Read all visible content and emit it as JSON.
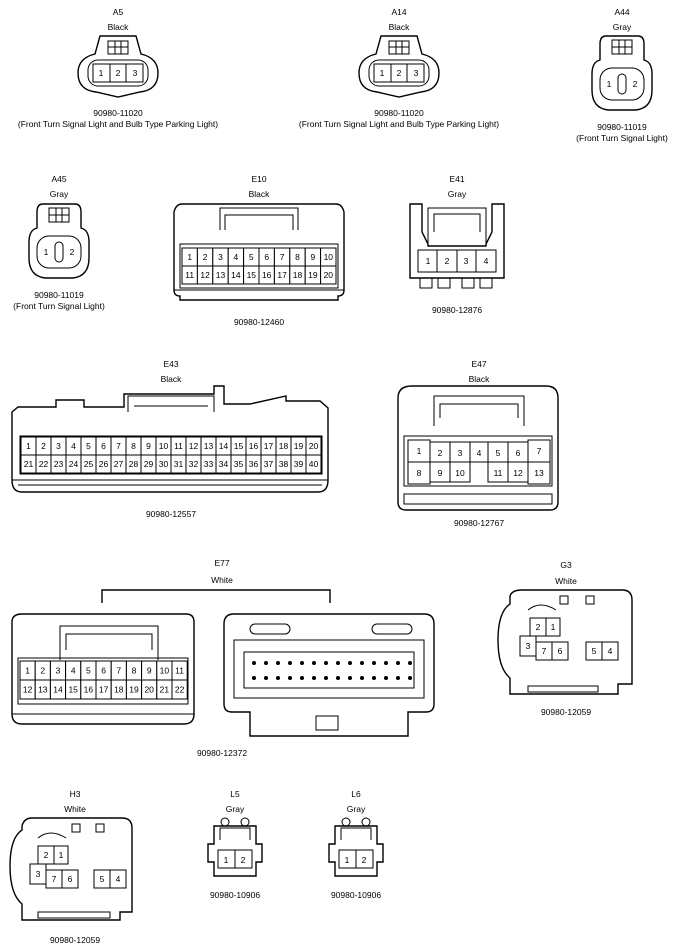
{
  "connectors": {
    "a5": {
      "id": "A5",
      "color": "Black",
      "part": "90980-11020",
      "note": "(Front Turn Signal Light and Bulb Type Parking Light)",
      "pins": [
        "1",
        "2",
        "3"
      ]
    },
    "a14": {
      "id": "A14",
      "color": "Black",
      "part": "90980-11020",
      "note": "(Front Turn Signal Light and Bulb Type Parking Light)",
      "pins": [
        "1",
        "2",
        "3"
      ]
    },
    "a44": {
      "id": "A44",
      "color": "Gray",
      "part": "90980-11019",
      "note": "(Front Turn Signal Light)",
      "pins": [
        "1",
        "2"
      ]
    },
    "a45": {
      "id": "A45",
      "color": "Gray",
      "part": "90980-11019",
      "note": "(Front Turn Signal Light)",
      "pins": [
        "1",
        "2"
      ]
    },
    "e10": {
      "id": "E10",
      "color": "Black",
      "part": "90980-12460",
      "pins": [
        "1",
        "2",
        "3",
        "4",
        "5",
        "6",
        "7",
        "8",
        "9",
        "10",
        "11",
        "12",
        "13",
        "14",
        "15",
        "16",
        "17",
        "18",
        "19",
        "20"
      ]
    },
    "e41": {
      "id": "E41",
      "color": "Gray",
      "part": "90980-12876",
      "pins": [
        "1",
        "2",
        "3",
        "4"
      ]
    },
    "e43": {
      "id": "E43",
      "color": "Black",
      "part": "90980-12557",
      "pins": [
        "1",
        "2",
        "3",
        "4",
        "5",
        "6",
        "7",
        "8",
        "9",
        "10",
        "11",
        "12",
        "13",
        "14",
        "15",
        "16",
        "17",
        "18",
        "19",
        "20",
        "21",
        "22",
        "23",
        "24",
        "25",
        "26",
        "27",
        "28",
        "29",
        "30",
        "31",
        "32",
        "33",
        "34",
        "35",
        "36",
        "37",
        "38",
        "39",
        "40"
      ]
    },
    "e47": {
      "id": "E47",
      "color": "Black",
      "part": "90980-12767",
      "pins": [
        "1",
        "2",
        "3",
        "4",
        "5",
        "6",
        "7",
        "8",
        "9",
        "10",
        "11",
        "12",
        "13"
      ]
    },
    "e77": {
      "id": "E77",
      "color": "White",
      "part": "90980-12372",
      "pins": [
        "1",
        "2",
        "3",
        "4",
        "5",
        "6",
        "7",
        "8",
        "9",
        "10",
        "11",
        "12",
        "13",
        "14",
        "15",
        "16",
        "17",
        "18",
        "19",
        "20",
        "21",
        "22"
      ]
    },
    "g3": {
      "id": "G3",
      "color": "White",
      "part": "90980-12059",
      "pins": [
        "1",
        "2",
        "3",
        "4",
        "5",
        "6",
        "7"
      ]
    },
    "h3": {
      "id": "H3",
      "color": "White",
      "part": "90980-12059",
      "pins": [
        "1",
        "2",
        "3",
        "4",
        "5",
        "6",
        "7"
      ]
    },
    "l5": {
      "id": "L5",
      "color": "Gray",
      "part": "90980-10906",
      "pins": [
        "1",
        "2"
      ]
    },
    "l6": {
      "id": "L6",
      "color": "Gray",
      "part": "90980-10906",
      "pins": [
        "1",
        "2"
      ]
    }
  }
}
